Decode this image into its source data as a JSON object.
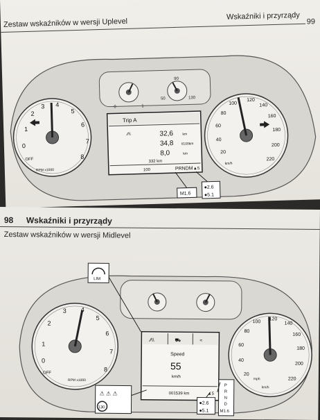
{
  "top_page": {
    "header_left": "Zestaw wskaźników w wersji Uplevel",
    "header_right": "Wskaźniki i przyrządy",
    "page_number": "99",
    "tacho_ticks": [
      "1",
      "2",
      "3",
      "4",
      "5",
      "6",
      "7",
      "8"
    ],
    "tacho_zero": "0",
    "tacho_off": "OFF",
    "tacho_unit": "RPM\nx1000",
    "speedo_ticks": [
      "20",
      "40",
      "60",
      "80",
      "100",
      "120",
      "140",
      "160",
      "180",
      "200",
      "220"
    ],
    "speedo_unit": "km/h",
    "fuel_labels": [
      "0",
      "1"
    ],
    "temp_labels": [
      "50",
      "90",
      "130"
    ],
    "display": {
      "title": "Trip A",
      "rows": [
        {
          "value": "32,6",
          "unit": "km"
        },
        {
          "value": "34,8",
          "unit": "l/100km"
        },
        {
          "value": "8,0",
          "unit": "km"
        }
      ],
      "odometer": "332 km",
      "bottom_left_value": "100",
      "gear": "PRNDM",
      "gear_suffix": "▲5"
    },
    "callouts": [
      "M1.6",
      "●2.6",
      "●5.1"
    ]
  },
  "bottom_page": {
    "page_number": "98",
    "title": "Wskaźniki i przyrządy",
    "subtitle": "Zestaw wskaźników w wersji Midlevel",
    "lim_label": "LIM",
    "tacho_ticks": [
      "1",
      "2",
      "3",
      "4",
      "5",
      "6",
      "7",
      "8"
    ],
    "tacho_zero": "0",
    "tacho_off": "OFF",
    "tacho_unit": "RPM\nx1000",
    "speedo_ticks": [
      "20",
      "40",
      "60",
      "80",
      "100",
      "120",
      "140",
      "160",
      "180",
      "200",
      "220"
    ],
    "speedo_unit": "km/h",
    "speedo_unit_small": "mph",
    "display": {
      "label": "Speed",
      "value": "55",
      "unit": "km/h",
      "odometer": "001539 km",
      "gear_suffix": "▲5"
    },
    "speed_sign": "130",
    "callouts_right": [
      "●2.6",
      "●5.1"
    ],
    "gear_vertical": [
      "P",
      "R",
      "N",
      "D",
      "M1.6"
    ]
  }
}
